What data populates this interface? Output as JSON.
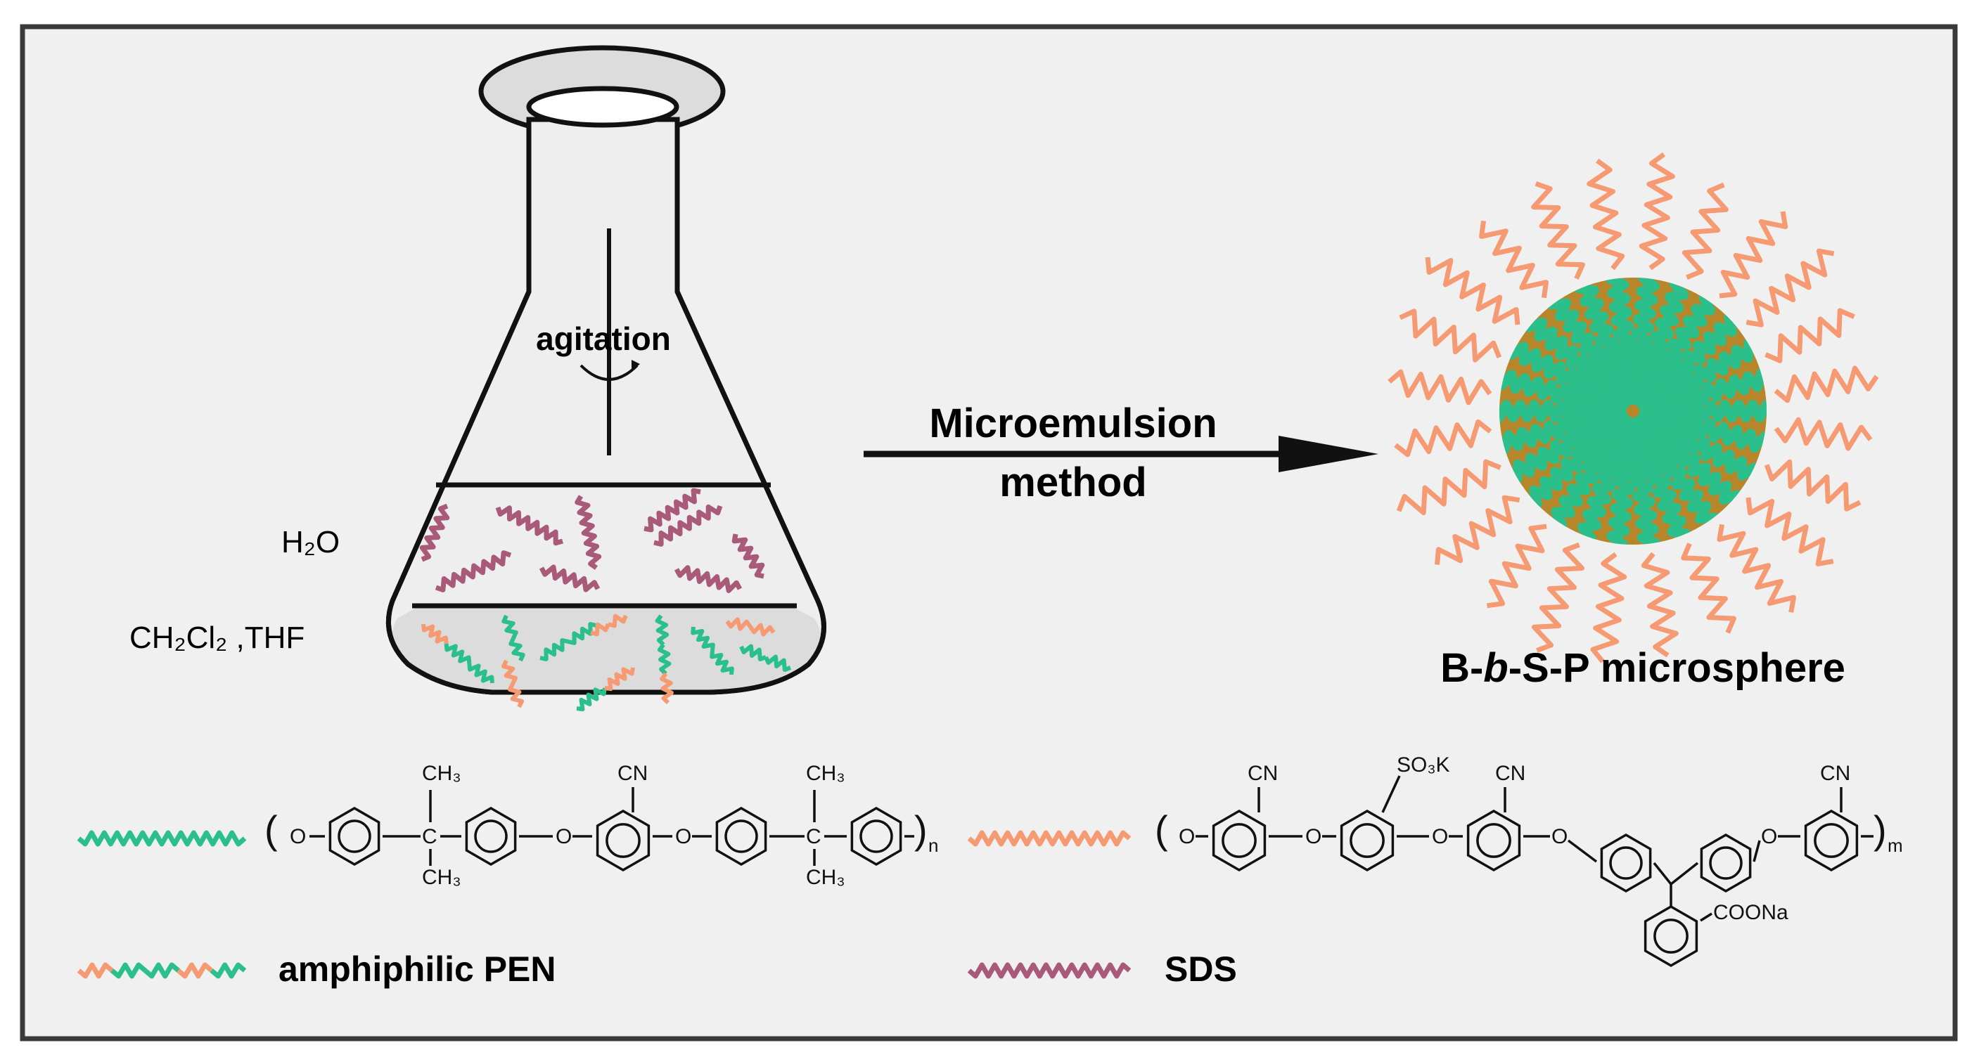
{
  "flask": {
    "agitation_label": "agitation",
    "water_label": "H₂O",
    "organic_label": "CH₂Cl₂ ,THF"
  },
  "process": {
    "line1": "Microemulsion",
    "line2": "method"
  },
  "product": {
    "prefix": "B-",
    "italic": "b",
    "suffix": "-S-P microsphere"
  },
  "legend": {
    "amphiphilic_label": "amphiphilic PEN",
    "sds_label": "SDS"
  },
  "structure_left": {
    "ch3": "CH₃",
    "cn": "CN",
    "o": "O",
    "c": "C",
    "subscript": "n"
  },
  "structure_right": {
    "so3k": "SO₃K",
    "cn": "CN",
    "o": "O",
    "coona": "COONa",
    "subscript": "m"
  },
  "colors": {
    "green": "#2bbf8c",
    "orange": "#f59a72",
    "pink": "#a85a78",
    "core_brown": "#b8862a",
    "flask_fill": "#eeeeee",
    "bottom_fill": "#dcdcdc",
    "frame_bg": "#f0f0f0"
  }
}
